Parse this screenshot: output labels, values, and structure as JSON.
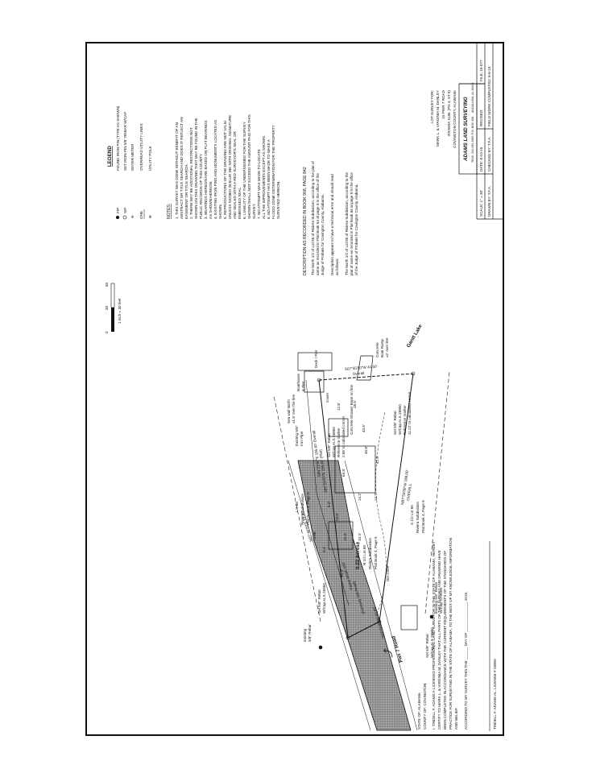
{
  "legend": {
    "title": "LEGEND",
    "items": [
      {
        "symbol": "FIP",
        "label": "FOUND IRON PIN (TYPE AS SHOWN)"
      },
      {
        "symbol": "SIP",
        "label": "SET IRON PIN 5/8\" REBAR W/CAP"
      },
      {
        "symbol": "",
        "label": "WATER METER"
      },
      {
        "symbol": "OHE",
        "label": "OVERHEAD UTILITY LINES"
      },
      {
        "symbol": "",
        "label": "UTILITY POLE"
      }
    ]
  },
  "notes": {
    "title": "NOTES:",
    "lines": [
      "1. THIS SURVEY WAS DONE WITHOUT BENEFIT OF AN",
      "ABSTRACT OR TITLE SEARCH AND DOES IT REFLECT AN",
      "EASEMENT OR TITLE SEARCH.",
      "2. THERE MAY BE ADDITIONAL RESTRICTIONS NOT",
      "SHOWN ON THIS DRAWING THAT MAY BE FOUND IN THE",
      "PUBLIC RECORDS OF THIS COUNTY.",
      "3. BEARINGS HEREON ARE BASED ON PLAT BEARINGS",
      "AS SHOWN HEREON.",
      "4. EXISTING IRON PINS AND MONUMENTS LOCATED AS",
      "SHOWN.",
      "5. REPRODUCTIONS OF THE DRAWING ARE NOT VALID",
      "UNLESS SIGNED IN BLUE INK WITH ORIGINAL SIGNATURE",
      "AND SEALED WITH A RED SURVEYOR'S SEAL OR",
      "EMBOSSED SEAL.",
      "6. LIABILITY OF THE UNDERSIGNED FOR THE SURVEY",
      "SHOWN SHALL NOT EXCEED THE AMOUNT PAID FOR THIS",
      "SURVEY.",
      "7. NO ATTEMPT WAS MADE TO LOCATE",
      "ALL THE IMPROVEMENTS EXCEPT AS SHOWN.",
      "8. NO ATTEMPT HAS BEEN MADE TO MAKE A",
      "FLOOD ZONE DETERMINATION FOR THE PROPERTY",
      "SURVEYED HEREON."
    ]
  },
  "description": {
    "title": "DESCRIPTION AS RECORDED IN BOOK 968, PAGE 842",
    "lines": [
      "The North 1/2 of Lot 85 of Riviera Subdivision, according to the plat of",
      "same as recorded in Plat Book 84 at page 9 in the office of the",
      "Judge of Probate for Covington County, Alabama.",
      "",
      "Description appears to have a technical error and should read",
      "as follows:",
      "",
      "The North 1/2 of Lot 85 of Riviera Subdivision, according to the",
      "plat of same as recorded in Plat Book 84 at page 9 in the office",
      "of the Judge of Probate for Covington County, Alabama."
    ]
  },
  "scale_bar": {
    "ticks": [
      "0",
      "30",
      "60"
    ],
    "label": "1 inch = 30 feet"
  },
  "client": {
    "heading": "LOT SURVEY FOR:",
    "lines": [
      "MARK L. & VIRGINIA M. DANLEY",
      "15 PIER 7 ROAD",
      "RIVIERA SUB. (PH 4, ST 9)",
      "COVINGTON COUNTY, ALABAMA"
    ]
  },
  "company": {
    "name": "ADAMS LAND SURVEYING",
    "lines": [
      "TELE. 334-493-4569",
      "P.O. BOX 488",
      "ANDALUSIA, AL 36420"
    ]
  },
  "title_block": {
    "scale": "SCALE: 1\" = 30'",
    "date": "DATE: 6-10-15",
    "revised": "REVISED:",
    "file": "FILE: 15-077",
    "drawn": "DRAWN BY: T.F.A.",
    "checked": "CHECKED BY: T.F.A.",
    "field": "FIELD WORK COMPLETED: 6-6-15"
  },
  "certificate": {
    "state": "STATE OF: ALABAMA",
    "county": "COUNTY OF: COVINGTON",
    "lines": [
      "I, TINDELL F. ADAMS A LICENSED PROFESSIONAL LAND SURVEYOR IN THE STATE OF ALABAMA, HEREBY",
      "CERTIFY TO MARK L. & VIRGINIA M. DANLEY THAT ALL PARTS OF THIS SURVEY AND DRAWING HAVE",
      "BEEN COMPLETED IN ACCORDANCE WITH THE CURRENT REQUIREMENTS OF THE STANDARDS OF",
      "PRACTICE FOR SURVEYING IN THE STATE OF ALABAMA, TO THE BEST OF MY KNOWLEDGE, INFORMATION",
      "AND BELIEF."
    ],
    "signed": "ACCORDING TO MY SURVEY THIS THE ______ DAY OF ______________, 2015.",
    "signature": "TINDELL F. ADAMS AL. LICENSE # 26950"
  },
  "plat": {
    "road": "Pier 7 Road",
    "road_sub": "(Formerly Still Road)",
    "road_bearing_top": "N07°48'00\"E  82.88'",
    "road_bearing_bottom": "S07°55'00\"W  80.05'",
    "road_width": "Paved Width ±20'",
    "lake": "Gantt Lake",
    "area": "0.22 Acres±",
    "lot_name": "N 1/2 Lot 85",
    "lot_sub": "Riviera Subdivision",
    "lot_book": "Plat Book 4, Page 9",
    "lot86": [
      "Lot 86",
      "Riviera Subdivision",
      "Plat Book 4, Page 9"
    ],
    "lot85s": [
      "S 1/2 Lot 85",
      "Riviera Subdivision",
      "Plat Book 4, Page 9"
    ],
    "north_line": "S85°59'00\"E 195.60' (Plat)",
    "north_line_meas": "S85°25'00\"E 195.60' Overall",
    "south_line": "N87°59'00\"W 188.00'",
    "south_line_meas": "OVERALL",
    "lake_line": "S07°55'00\"W 41.50'",
    "lake_line_meas": "Overall",
    "dirt_drive": "Dirt Drive",
    "shower": "Concrete Shower Base on line",
    "boat_ramp": [
      "Concrete",
      "Boat Ramp",
      "±2' over line"
    ],
    "boathouse": [
      "Boathouse",
      "& Pier"
    ],
    "deck": "Deck / Pier",
    "seawall": [
      "Sea wall North",
      "±1.5' over the line"
    ],
    "pipe": [
      "Existing 5/8\"",
      "Iron Pipe"
    ],
    "rebar_ne": [
      "Set 5/8\" Rebar",
      "W/Cap ALS 26950",
      "Reference marker",
      "2.65' to calculated corner"
    ],
    "rebar_se": [
      "Set 5/8\" Rebar",
      "W/Cap ALS 26950",
      "Reference marker",
      "11.22' to calculated corner"
    ],
    "rebar_nw": [
      "Set 5/8\" Rebar",
      "W/Cap ALS 26950"
    ],
    "rebar_sw": [
      "Set 5/8\" Rebar",
      "W/Cap ALS 26950"
    ],
    "rebar_ex_top": [
      "Existing",
      "5/8\" Rebar"
    ],
    "rebar_ex_bot": [
      "Existing 5/8\" Rebar",
      "W/Cap CA0026"
    ],
    "ohe": "OHE",
    "house_label": "Cover",
    "dims": [
      "63.8'",
      "40.8'",
      "42.9'",
      "43.5'",
      "14.2'",
      "13.5'",
      "14.7'",
      "12.8'",
      "40.3'",
      "28.5'",
      "5.0'",
      "8.2'",
      "10.4'",
      "15.4'"
    ]
  }
}
